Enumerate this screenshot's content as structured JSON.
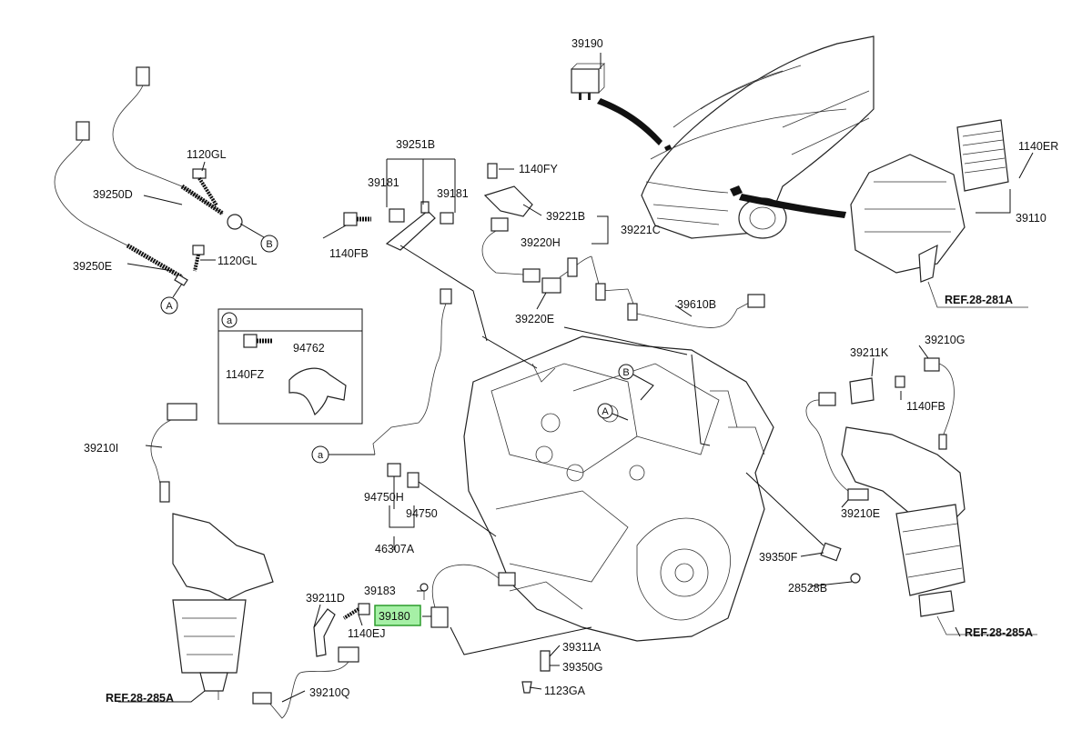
{
  "labels": {
    "p39190": "39190",
    "p1140ER": "1140ER",
    "p39110": "39110",
    "ref_28_281A": "REF.28-281A",
    "p1120GL_top": "1120GL",
    "p39250D": "39250D",
    "p39250E": "39250E",
    "p1120GL_bottom": "1120GL",
    "p39251B": "39251B",
    "p39181_left": "39181",
    "p39181_right": "39181",
    "p1140FB_left": "1140FB",
    "p1140FY": "1140FY",
    "p39221B": "39221B",
    "p39221C": "39221C",
    "p39220H": "39220H",
    "p39220E": "39220E",
    "p39610B": "39610B",
    "inset_callout": "a",
    "p1140FZ": "1140FZ",
    "p94762": "94762",
    "p39210I": "39210I",
    "callout_a": "a",
    "p94750H": "94750H",
    "p94750": "94750",
    "p46307A": "46307A",
    "p39211K": "39211K",
    "p39210G": "39210G",
    "p1140FB_right": "1140FB",
    "p39210E": "39210E",
    "p39350F": "39350F",
    "p28528B": "28528B",
    "ref_28_285A_right": "REF.28-285A",
    "ref_28_285A_left": "REF.28-285A",
    "p39211D": "39211D",
    "p39183": "39183",
    "p39180": "39180",
    "p1140EJ": "1140EJ",
    "p39311A": "39311A",
    "p39350G": "39350G",
    "p1123GA": "1123GA",
    "p39210Q": "39210Q",
    "callout_A_connector": "A",
    "callout_B_connector": "B",
    "callout_A_engine": "A",
    "callout_B_engine": "B"
  },
  "highlight": {
    "part": "39180",
    "color": "#a6f0a6"
  }
}
